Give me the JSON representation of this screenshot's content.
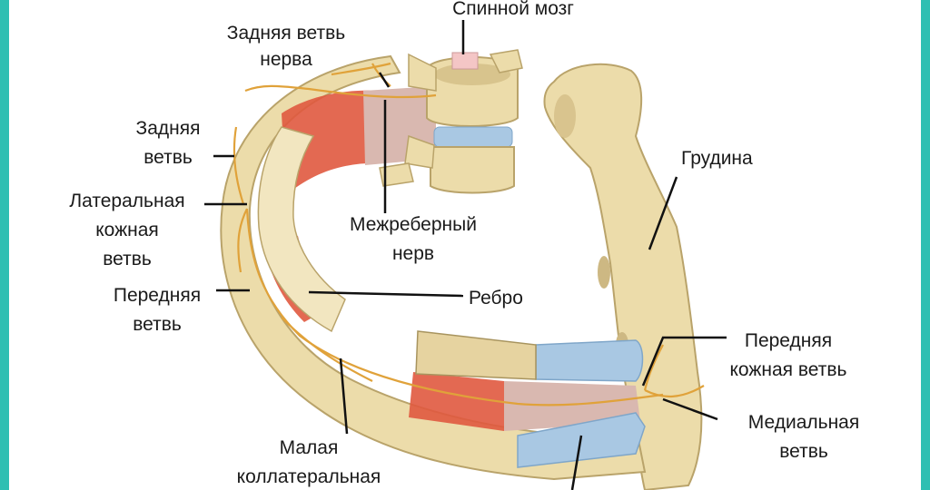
{
  "labels": {
    "spinal_cord": "Спинной мозг",
    "posterior_branch_nerve_1": "Задняя ветвь",
    "posterior_branch_nerve_2": "нерва",
    "posterior_branch_1": "Задняя",
    "posterior_branch_2": "ветвь",
    "lateral_cutaneous_1": "Латеральная",
    "lateral_cutaneous_2": "кожная",
    "lateral_cutaneous_3": "ветвь",
    "anterior_branch_1": "Передняя",
    "anterior_branch_2": "ветвь",
    "intercostal_nerve_1": "Межреберный",
    "intercostal_nerve_2": "нерв",
    "rib": "Ребро",
    "sternum": "Грудина",
    "anterior_cutaneous_1": "Передняя",
    "anterior_cutaneous_2": "кожная ветвь",
    "medial_branch_1": "Медиальная",
    "medial_branch_2": "ветвь",
    "small_collateral_1": "Малая",
    "small_collateral_2": "коллатеральная"
  },
  "colors": {
    "frame": "#2fbfb2",
    "bone": "#ecdcaa",
    "bone_shade": "#c9b57c",
    "muscle": "#e0593f",
    "membrane": "#d9b8b0",
    "cartilage": "#a9c8e3",
    "nerve": "#e0a23a"
  }
}
